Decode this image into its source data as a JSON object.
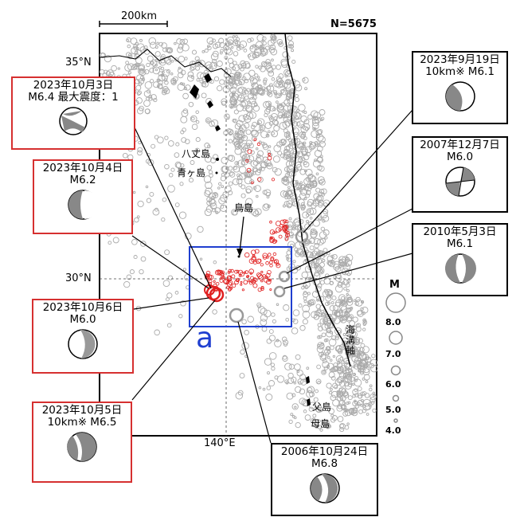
{
  "header": {
    "scale_label": "200km",
    "count_label": "N=5675"
  },
  "axes": {
    "lat_north_label": "35°N",
    "lat_south_label": "30°N",
    "lon_label": "140°E"
  },
  "places": {
    "hachijojima": "八丈島",
    "aogashima": "青ヶ島",
    "torishima": "鳥島",
    "chichijima": "父島",
    "hahajima": "母島",
    "trench": "海溝軸"
  },
  "region": {
    "label": "a",
    "color": "#1f3fd0"
  },
  "legend": {
    "title": "M",
    "labels": [
      "8.0",
      "7.0",
      "6.0",
      "5.0",
      "4.0"
    ]
  },
  "colors": {
    "background_events": "#aaaaaa",
    "recent_events": "#e02020",
    "frame_red": "#d63030"
  },
  "mechanisms": {
    "m1": {
      "date": "2023年10月3日",
      "detail": "M6.4 最大震度：1"
    },
    "m2": {
      "date": "2023年10月4日",
      "detail": "M6.2"
    },
    "m3": {
      "date": "2023年10月6日",
      "detail": "M6.0"
    },
    "m4": {
      "date": "2023年10月5日",
      "detail": "10km※ M6.5"
    },
    "m5": {
      "date": "2023年9月19日",
      "detail": "10km※ M6.1"
    },
    "m6": {
      "date": "2007年12月7日",
      "detail": "M6.0"
    },
    "m7": {
      "date": "2010年5月3日",
      "detail": "M6.1"
    },
    "m8": {
      "date": "2006年10月24日",
      "detail": "M6.8"
    }
  }
}
